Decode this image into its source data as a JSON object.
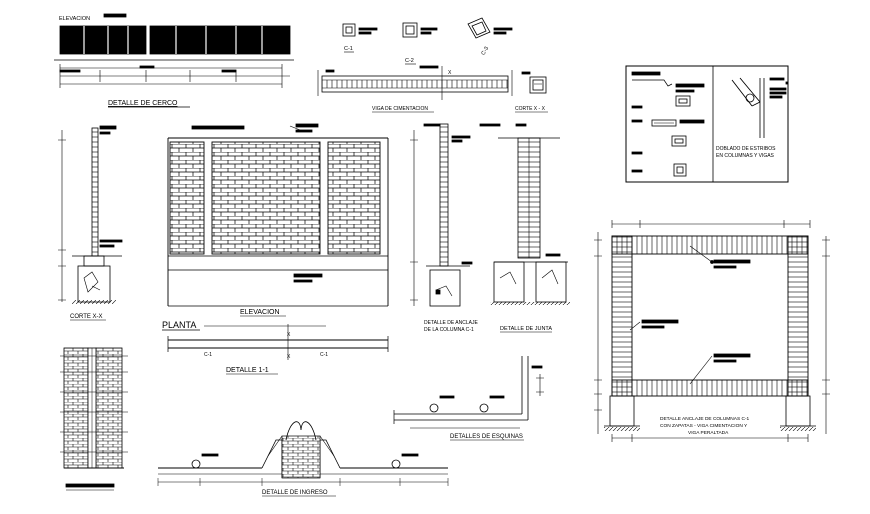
{
  "labels": {
    "elevacion_small": "ELEVACION",
    "detalle_cerco": "DETALLE DE CERCO",
    "c1": "C-1",
    "c2": "C-2",
    "c3": "C-3",
    "viga_cimentacion": "VIGA DE CIMENTACION",
    "corte_xx_top": "CORTE X - X",
    "doblado_line1": "DOBLADO DE ESTRIBOS",
    "doblado_line2": "EN COLUMNAS Y VIGAS",
    "corte_xx_left": "CORTE X-X",
    "elevacion_main": "ELEVACION",
    "planta": "PLANTA",
    "c1_plan_left": "C-1",
    "c1_plan_right": "C-1",
    "x_mark": "X",
    "detalle_11": "DETALLE 1-1",
    "anclaje_line1": "DETALLE DE ANCLAJE",
    "anclaje_line2": "DE LA COLUMNA C-1",
    "detalle_junta": "DETALLE DE JUNTA",
    "detalles_esquinas": "DETALLES DE ESQUINAS",
    "detalle_ingreso": "DETALLE DE INGRESO",
    "frame_line1": "DETALLE ANCLAJE DE COLUMNAS C-1",
    "frame_line2": "CON ZAPATAS - VIGA CIMENTACION Y",
    "frame_line3": "VIGA PERALTADA"
  },
  "colors": {
    "line": "#000000",
    "background": "#ffffff"
  }
}
